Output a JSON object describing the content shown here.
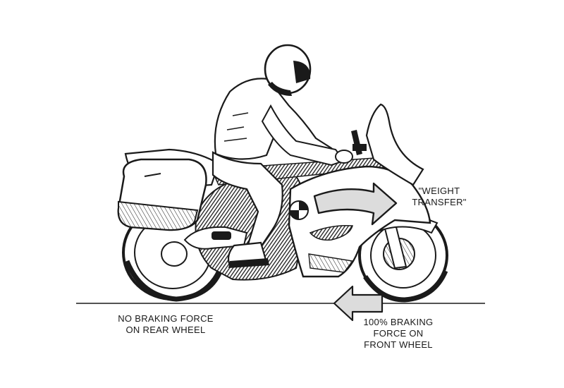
{
  "labels": {
    "weight_transfer": [
      "\"WEIGHT",
      "TRANSFER\""
    ],
    "rear_wheel": [
      "NO BRAKING FORCE",
      "ON REAR WHEEL"
    ],
    "front_wheel": [
      "100% BRAKING",
      "FORCE ON",
      "FRONT WHEEL"
    ]
  },
  "colors": {
    "ink": "#1a1a1a",
    "arrow_fill": "#dcdcdc",
    "background": "#ffffff"
  }
}
